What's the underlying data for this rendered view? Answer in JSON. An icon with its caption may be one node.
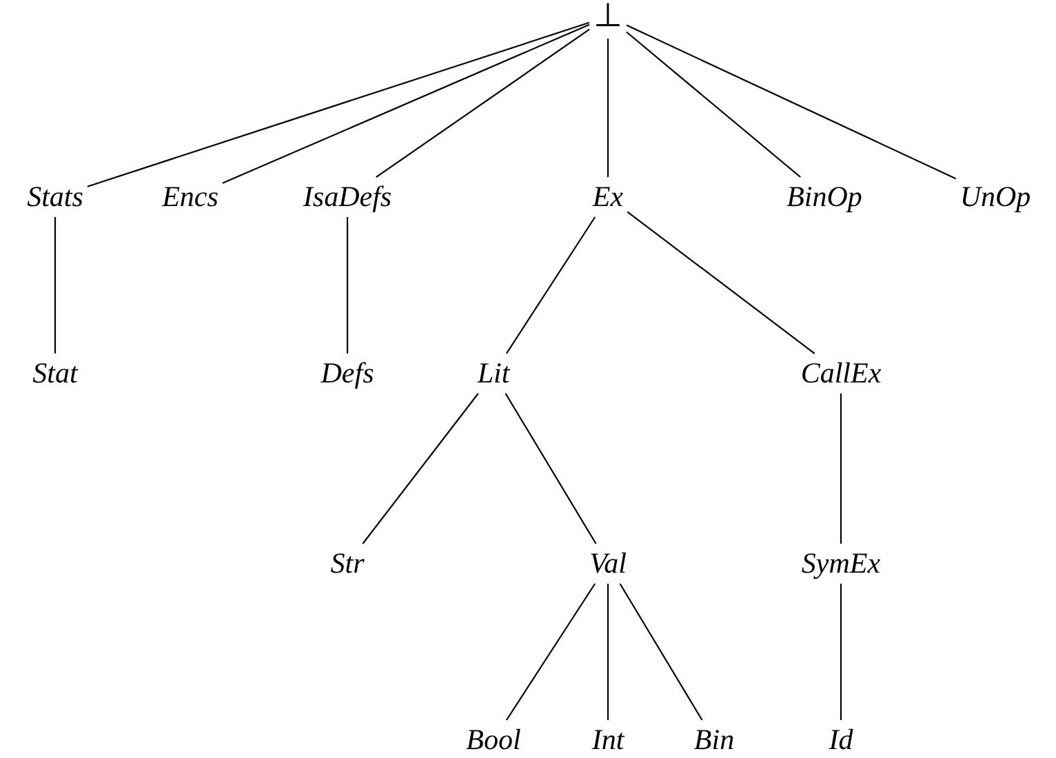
{
  "diagram": {
    "nodes": [
      {
        "text": [
          "⊥"
        ]
      },
      {
        "text": [
          "Stats"
        ]
      },
      {
        "text": [
          "Encs"
        ]
      },
      {
        "text": [
          "IsaDefs"
        ]
      },
      {
        "text": [
          "Ex"
        ]
      },
      {
        "text": [
          "BinOp"
        ]
      },
      {
        "text": [
          "UnOp"
        ]
      },
      {
        "text": [
          "Stat"
        ]
      },
      {
        "text": [
          "Defs"
        ]
      },
      {
        "text": [
          "Lit"
        ]
      },
      {
        "text": [
          "CallEx"
        ]
      },
      {
        "text": [
          "Str"
        ]
      },
      {
        "text": [
          "Val"
        ]
      },
      {
        "text": [
          "SymEx"
        ]
      },
      {
        "text": [
          "Bool"
        ]
      },
      {
        "text": [
          "Int"
        ]
      },
      {
        "text": [
          "Bin"
        ]
      },
      {
        "text": [
          "Id"
        ]
      }
    ],
    "edges": [
      {
        "from": 0,
        "to": 1,
        "arrow": "none"
      },
      {
        "from": 0,
        "to": 2,
        "arrow": "none"
      },
      {
        "from": 0,
        "to": 3,
        "arrow": "none"
      },
      {
        "from": 0,
        "to": 4,
        "arrow": "none"
      },
      {
        "from": 0,
        "to": 5,
        "arrow": "none"
      },
      {
        "from": 0,
        "to": 6,
        "arrow": "none"
      },
      {
        "from": 1,
        "to": 7,
        "arrow": "none"
      },
      {
        "from": 3,
        "to": 8,
        "arrow": "none"
      },
      {
        "from": 4,
        "to": 9,
        "arrow": "none"
      },
      {
        "from": 4,
        "to": 10,
        "arrow": "none"
      },
      {
        "from": 9,
        "to": 11,
        "arrow": "none"
      },
      {
        "from": 9,
        "to": 12,
        "arrow": "none"
      },
      {
        "from": 10,
        "to": 13,
        "arrow": "none"
      },
      {
        "from": 12,
        "to": 14,
        "arrow": "none"
      },
      {
        "from": 12,
        "to": 15,
        "arrow": "none"
      },
      {
        "from": 12,
        "to": 16,
        "arrow": "none"
      },
      {
        "from": 13,
        "to": 17,
        "arrow": "none"
      }
    ]
  }
}
